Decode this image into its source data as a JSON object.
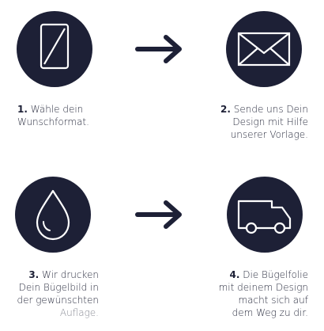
{
  "colors": {
    "circle": "#1d2036",
    "icon": "#ffffff",
    "text": "#2a2d3f",
    "muted": "#8a8c96"
  },
  "steps": [
    {
      "icon": "format-icon",
      "number": "1.",
      "lines": [
        " Wähle dein",
        "Wunschformat."
      ]
    },
    {
      "icon": "envelope-icon",
      "number": "2.",
      "lines": [
        " Sende uns Dein",
        "Design mit Hilfe",
        "unserer Vorlage."
      ]
    },
    {
      "icon": "drop-icon",
      "number": "3.",
      "lines": [
        " Wir drucken",
        "Dein Bügelbild in",
        "der gewünschten",
        "Auflage."
      ]
    },
    {
      "icon": "truck-icon",
      "number": "4.",
      "lines": [
        " Die Bügelfolie",
        "mit deinem Design",
        "macht sich auf",
        "dem Weg zu dir."
      ]
    }
  ]
}
